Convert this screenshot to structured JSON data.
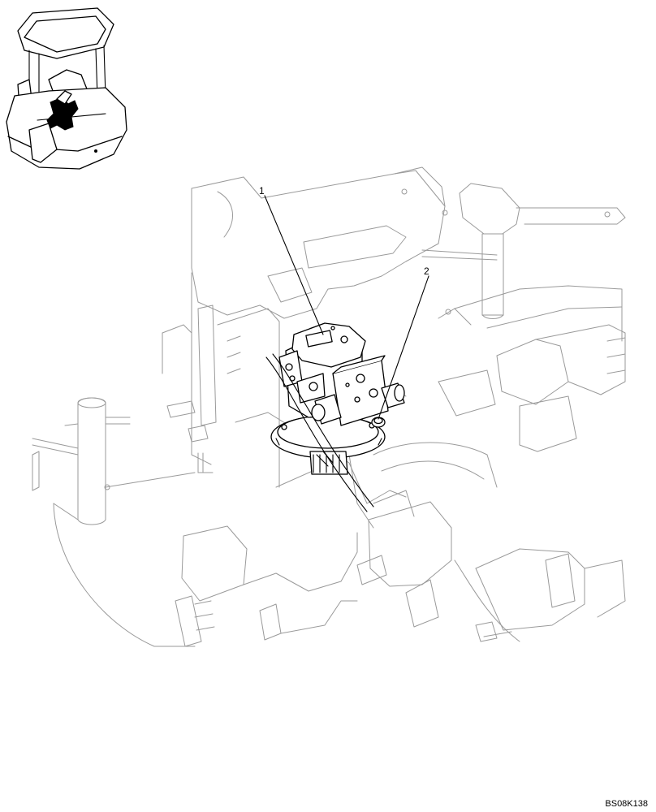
{
  "callouts": [
    {
      "id": "1",
      "label": "1"
    },
    {
      "id": "2",
      "label": "2"
    }
  ],
  "drawing_code": "BS08K138"
}
